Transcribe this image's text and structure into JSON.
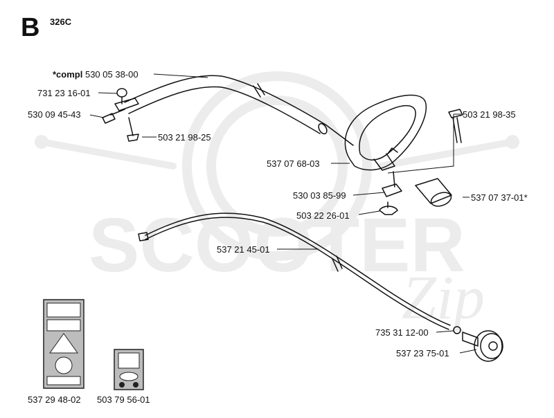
{
  "section_letter": "B",
  "model": "326C",
  "watermark": {
    "text": "SCOOTER",
    "script": "Zip",
    "color": "#ebebeb"
  },
  "parts": {
    "compl_prefix": "*compl",
    "compl_number": "530 05 38-00",
    "p1": "731 23 16-01",
    "p2": "530 09 45-43",
    "p3": "503 21 98-25",
    "p4": "503 21 98-35",
    "p5": "537 07 68-03",
    "p6": "530 03 85-99",
    "p7": "537 07 37-01*",
    "p8": "503 22 26-01",
    "p9": "537 21 45-01",
    "p10": "735 31 12-00",
    "p11": "537 23 75-01",
    "decal1": "537 29 48-02",
    "decal2": "503 79 56-01"
  }
}
